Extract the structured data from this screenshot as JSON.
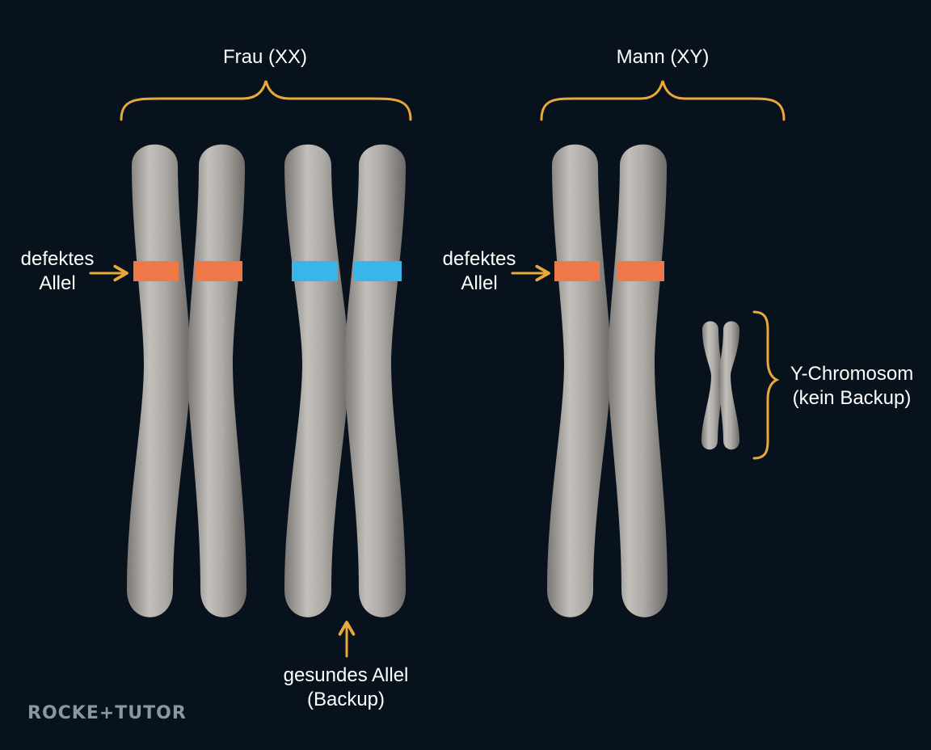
{
  "labels": {
    "female_group": "Frau (XX)",
    "male_group": "Mann (XY)",
    "defective_left": [
      "defektes",
      "Allel"
    ],
    "defective_right": [
      "defektes",
      "Allel"
    ],
    "healthy": [
      "gesundes Allel",
      "(Backup)"
    ],
    "y_chromosome": [
      "Y-Chromosom",
      "(kein Backup)"
    ]
  },
  "logo": "ROCKE+TUTOR",
  "colors": {
    "background": "#07121c",
    "bracket": "#e8a93a",
    "defective_band": "#f07848",
    "healthy_band": "#38b6ea",
    "chromosome": "#a8a4a0"
  }
}
